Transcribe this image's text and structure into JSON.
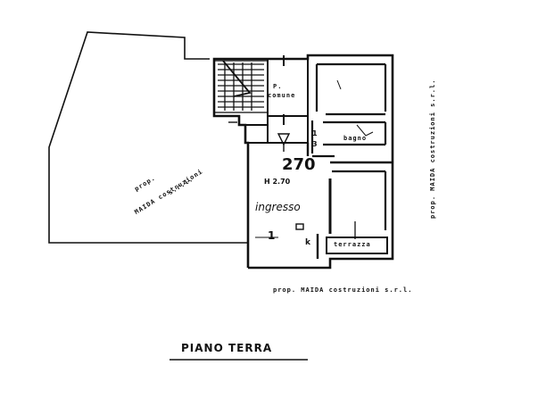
{
  "plan": {
    "floor_title": "PIANO TERRA",
    "owner_left_prefix": "prop.",
    "owner_left_name": "MAIDA costruzioni",
    "owner_left_suffix": "s.r.l.",
    "owner_right": "prop. MAIDA costruzioni s.r.l.",
    "owner_bottom": "prop. MAIDA costruzioni s.r.l.",
    "height_main": "270",
    "height_note": "H 2.70",
    "rooms": {
      "ingresso": "ingresso",
      "bagno": "bagno",
      "terrazza": "terrazza",
      "comune": "comune",
      "comune_prefix": "P."
    },
    "marks": {
      "ingresso_num": "1",
      "k_mark": "k",
      "fraction_top": "1",
      "fraction_bottom": "3"
    }
  },
  "colors": {
    "ink": "#111111",
    "paper": "#ffffff"
  }
}
